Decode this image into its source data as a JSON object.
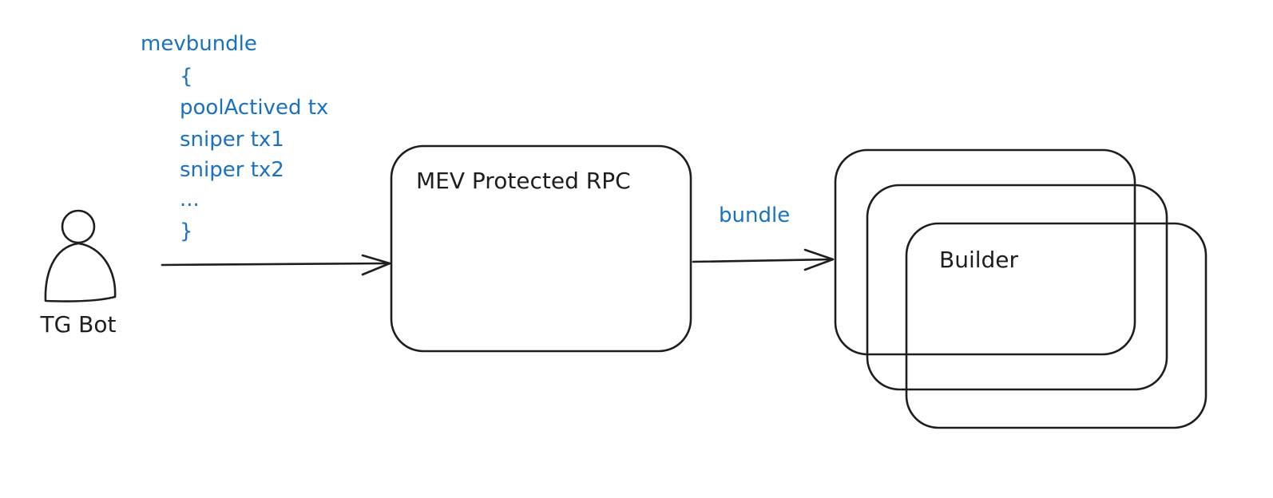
{
  "payload": {
    "title": "mevbundle",
    "open_brace": "{",
    "lines": [
      "poolActived tx",
      "sniper tx1",
      "sniper tx2",
      "..."
    ],
    "close_brace": "}"
  },
  "actor": {
    "label": "TG Bot",
    "icon": "person-icon"
  },
  "rpc_box": {
    "label": "MEV Protected RPC"
  },
  "edge_label": "bundle",
  "builder": {
    "label": "Builder"
  },
  "colors": {
    "annotation": "#1971c2",
    "stroke": "#1e1e1e"
  }
}
